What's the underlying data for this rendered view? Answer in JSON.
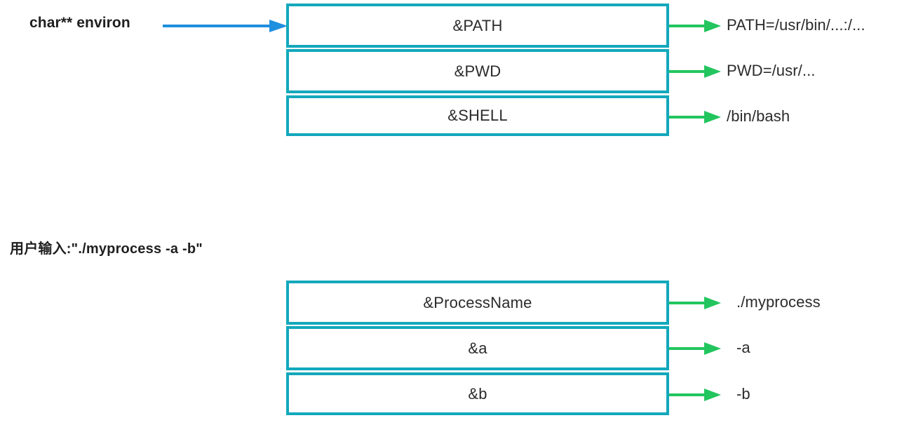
{
  "diagram": {
    "title_env_pointer": "char** environ",
    "section_label_argv": "用户输入:\"./myprocess -a -b\"",
    "colors": {
      "box_border": "#13a8bc",
      "pointer_arrow": "#1f8fe0",
      "value_arrow": "#22c55e",
      "text": "#2b2b2b",
      "background": "#ffffff"
    },
    "env_table": {
      "cells": [
        {
          "key": "&PATH",
          "value": "PATH=/usr/bin/...:/..."
        },
        {
          "key": "&PWD",
          "value": "PWD=/usr/..."
        },
        {
          "key": "&SHELL",
          "value": "/bin/bash"
        }
      ]
    },
    "argv_table": {
      "cells": [
        {
          "key": "&ProcessName",
          "value": "./myprocess"
        },
        {
          "key": "&a",
          "value": "-a"
        },
        {
          "key": "&b",
          "value": "-b"
        }
      ]
    }
  }
}
